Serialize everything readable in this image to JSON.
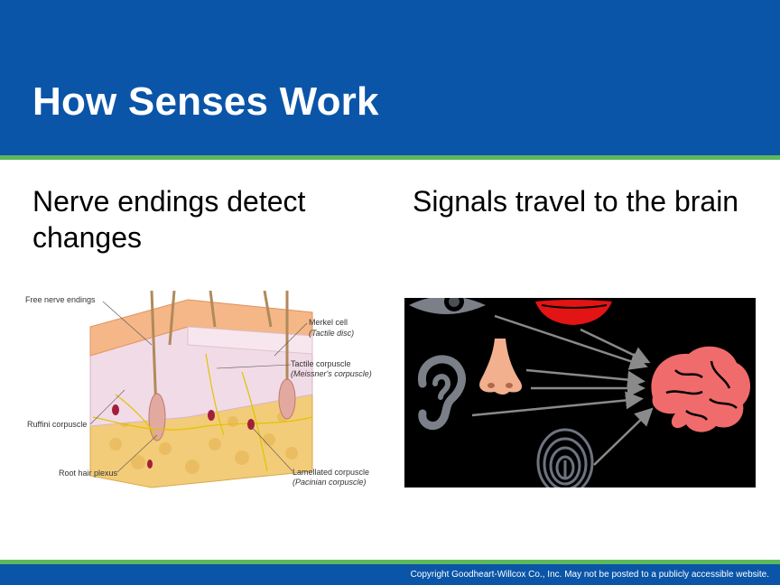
{
  "slide": {
    "title": "How Senses Work",
    "left_caption": "Nerve endings detect changes",
    "right_caption": "Signals travel to the brain"
  },
  "skin_diagram": {
    "labels": {
      "free_nerve_endings": "Free nerve endings",
      "merkel_cell": "Merkel cell",
      "merkel_cell_alt": "(Tactile disc)",
      "tactile_corpuscle": "Tactile corpuscle",
      "tactile_corpuscle_alt": "(Meissner's corpuscle)",
      "ruffini_corpuscle": "Ruffini corpuscle",
      "root_hair_plexus": "Root hair plexus",
      "lamellated_corpuscle": "Lamellated corpuscle",
      "lamellated_corpuscle_alt": "(Pacinian corpuscle)"
    }
  },
  "senses_image": {
    "icons": [
      "eye-icon",
      "lips-icon",
      "nose-icon",
      "ear-icon",
      "fingerprint-icon",
      "brain-icon"
    ]
  },
  "footer": {
    "copyright": "Copyright Goodheart-Willcox Co., Inc.  May not be posted to a publicly accessible website."
  },
  "colors": {
    "header_blue": "#0a55a8",
    "accent_green": "#5cb85c",
    "brain_pink": "#f06b6b",
    "lips_red": "#e31414"
  }
}
